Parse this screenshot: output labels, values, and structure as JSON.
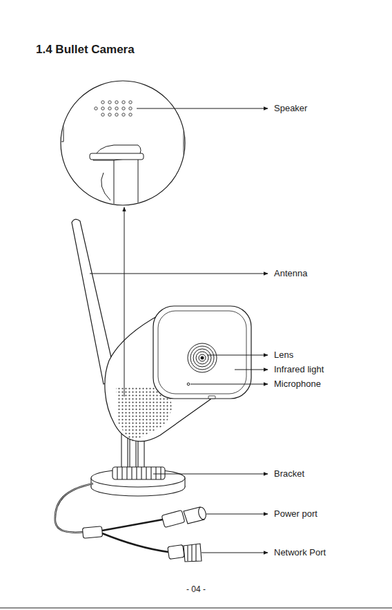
{
  "diagram": {
    "title": "1.4 Bullet Camera",
    "labels": [
      "Speaker",
      "Antenna",
      "Lens",
      "Infrared light",
      "Microphone",
      "Bracket",
      "Power port",
      "Network Port",
      "- 04 -"
    ]
  }
}
